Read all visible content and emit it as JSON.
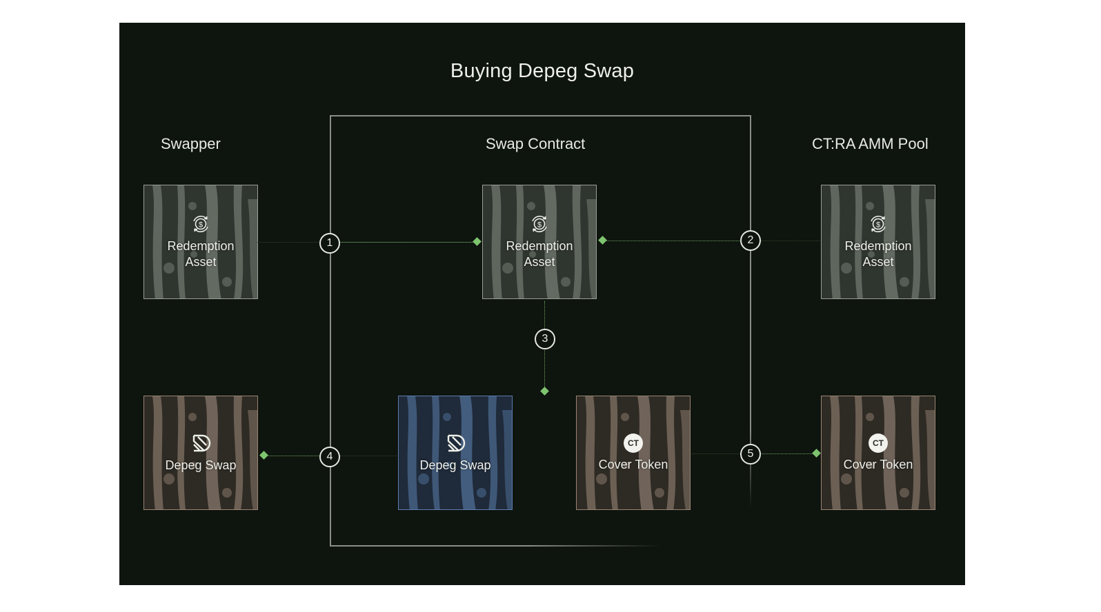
{
  "title": "Buying Depeg Swap",
  "columns": {
    "swapper": "Swapper",
    "contract": "Swap Contract",
    "pool": "CT:RA AMM Pool"
  },
  "nodes": {
    "swapper_ra": {
      "label_line1": "Redemption",
      "label_line2": "Asset",
      "icon": "redemption-asset-icon"
    },
    "contract_ra": {
      "label_line1": "Redemption",
      "label_line2": "Asset",
      "icon": "redemption-asset-icon"
    },
    "pool_ra": {
      "label_line1": "Redemption",
      "label_line2": "Asset",
      "icon": "redemption-asset-icon"
    },
    "swapper_ds": {
      "label": "Depeg Swap",
      "icon": "depeg-swap-icon"
    },
    "contract_ds": {
      "label": "Depeg Swap",
      "icon": "depeg-swap-icon"
    },
    "contract_ct": {
      "label": "Cover Token",
      "icon": "cover-token-icon",
      "badge": "CT"
    },
    "pool_ct": {
      "label": "Cover Token",
      "icon": "cover-token-icon",
      "badge": "CT"
    }
  },
  "steps": [
    "1",
    "2",
    "3",
    "4",
    "5"
  ],
  "colors": {
    "background": "#0e140e",
    "connector": "#6fa866",
    "arrowhead": "#7ec46f",
    "grey_box": "#3a403a",
    "brown_box": "#3a342c",
    "blue_box": "#243246"
  }
}
